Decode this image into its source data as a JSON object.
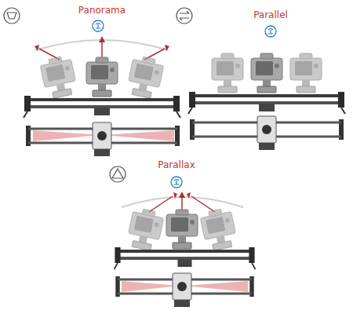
{
  "diagram": {
    "labels": [
      "Panorama",
      "Parallel",
      "Parallax"
    ]
  }
}
